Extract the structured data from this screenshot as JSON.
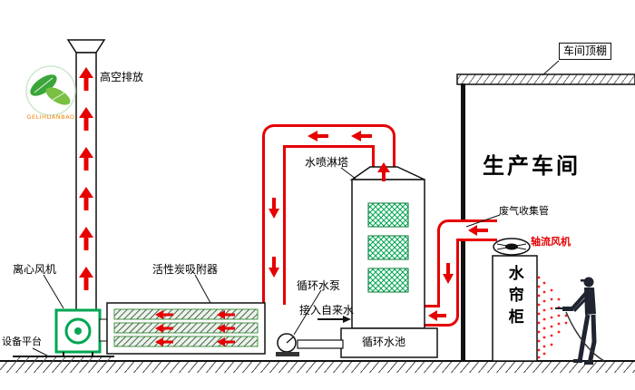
{
  "diagram": {
    "logo_caption": "GELIHUANBAO",
    "labels": {
      "high_emission": "高空排放",
      "centrifugal_fan": "离心风机",
      "equipment_platform": "设备平台",
      "carbon_adsorber": "活性炭吸附器",
      "spray_tower": "水喷淋塔",
      "circulating_pump": "循环水泵",
      "tap_water_inlet": "接入自来水",
      "circulating_pool": "循环水池",
      "workshop_ceiling": "车间顶棚",
      "production_workshop": "生产车间",
      "exhaust_collection_pipe": "废气收集管",
      "axial_fan": "轴流风机",
      "water_curtain_cabinet": "水帘柜"
    },
    "colors": {
      "pipe_red": "#e60000",
      "fan_green": "#00a651",
      "logo_orange": "#f08300"
    }
  }
}
